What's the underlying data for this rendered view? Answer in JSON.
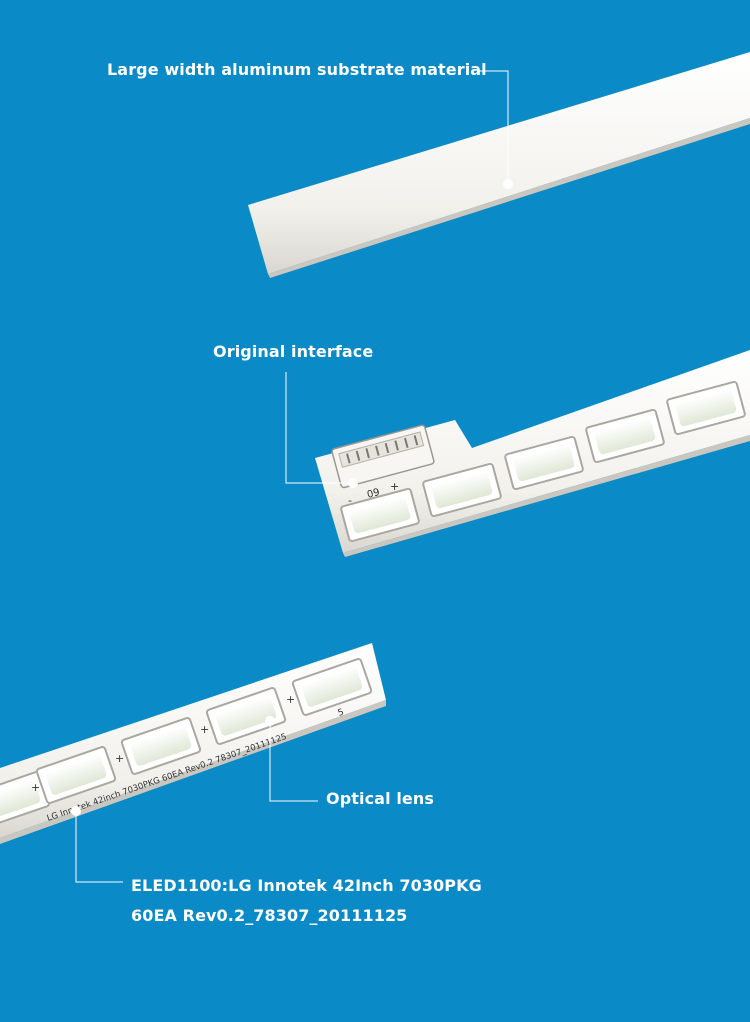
{
  "callouts": {
    "substrate": "Large width aluminum substrate material",
    "interface": "Original interface",
    "lens": "Optical lens",
    "model_line1": "ELED1100:LG Innotek 42Inch 7030PKG",
    "model_line2": "60EA Rev0.2_78307_20111125"
  },
  "strip_print": {
    "silkscreen": "LG Innotek 42inch 7030PKG 60EA Rev0.2 78307_20111125",
    "connector_mark": "09",
    "plus": "+",
    "minus": "-",
    "led_index": "5"
  },
  "colors": {
    "background": "#0a8ac6",
    "strip": "#f4f3ef",
    "led": "#e9efe3",
    "callout_line": "#ffffff"
  }
}
